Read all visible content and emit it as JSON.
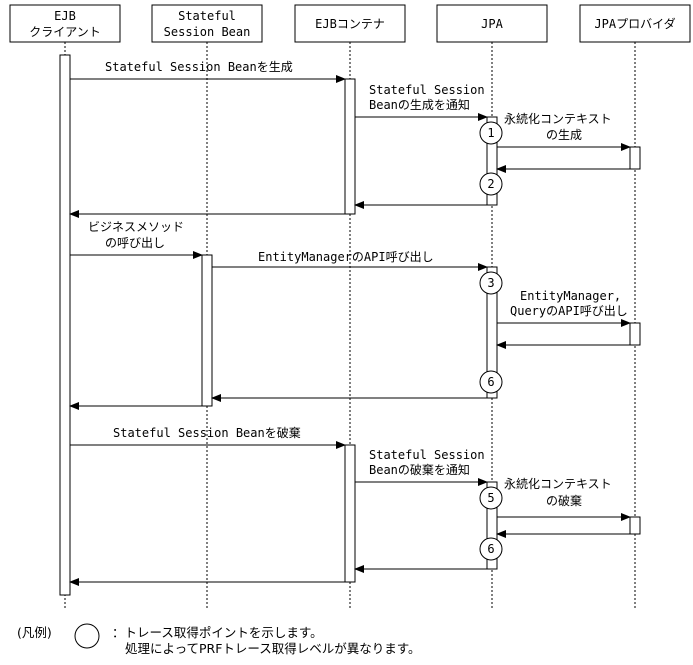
{
  "participants": [
    {
      "id": "client",
      "lines": [
        "EJB",
        "クライアント"
      ]
    },
    {
      "id": "sfsb",
      "lines": [
        "Stateful",
        "Session Bean"
      ]
    },
    {
      "id": "container",
      "lines": [
        "EJBコンテナ"
      ]
    },
    {
      "id": "jpa",
      "lines": [
        "JPA"
      ]
    },
    {
      "id": "provider",
      "lines": [
        "JPAプロバイダ"
      ]
    }
  ],
  "messages": {
    "m1": "Stateful Session Beanを生成",
    "m2a": "Stateful Session",
    "m2b": "Beanの生成を通知",
    "m3a": "永続化コンテキスト",
    "m3b": "の生成",
    "m4a": "ビジネスメソッド",
    "m4b": "の呼び出し",
    "m5": "EntityManagerのAPI呼び出し",
    "m6a": "EntityManager,",
    "m6b": "QueryのAPI呼び出し",
    "m7": "Stateful Session Beanを破棄",
    "m8a": "Stateful Session",
    "m8b": "Beanの破棄を通知",
    "m9a": "永続化コンテキスト",
    "m9b": "の破棄"
  },
  "trace_points": [
    "1",
    "2",
    "3",
    "6",
    "5",
    "6"
  ],
  "legend": {
    "label": "(凡例)",
    "line1": "：トレース取得ポイントを示します。",
    "line2": "処理によってPRFトレース取得レベルが異なります。"
  }
}
